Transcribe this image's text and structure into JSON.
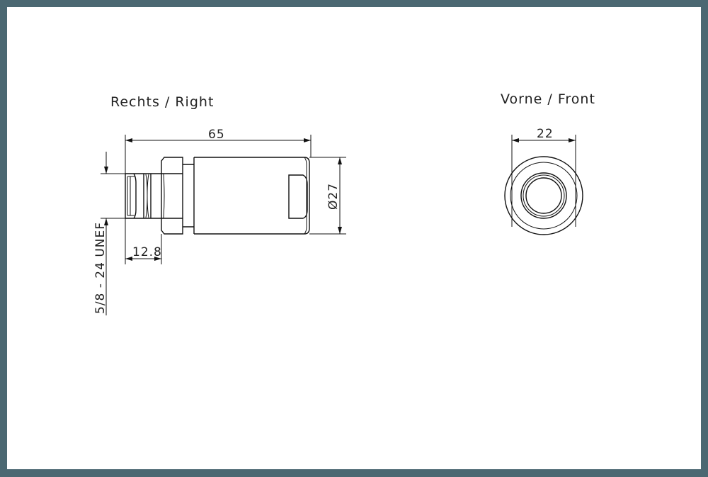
{
  "frame": {
    "border_color": "#4b6872",
    "background": "#ffffff"
  },
  "views": {
    "right": {
      "title": "Rechts  /  Right",
      "dimensions": {
        "length": "65",
        "diameter": "Ø27",
        "thread_length": "12.8",
        "thread": "5/8 - 24  UNEF"
      }
    },
    "front": {
      "title": "Vorne  /  Front",
      "dimensions": {
        "width": "22"
      }
    }
  }
}
